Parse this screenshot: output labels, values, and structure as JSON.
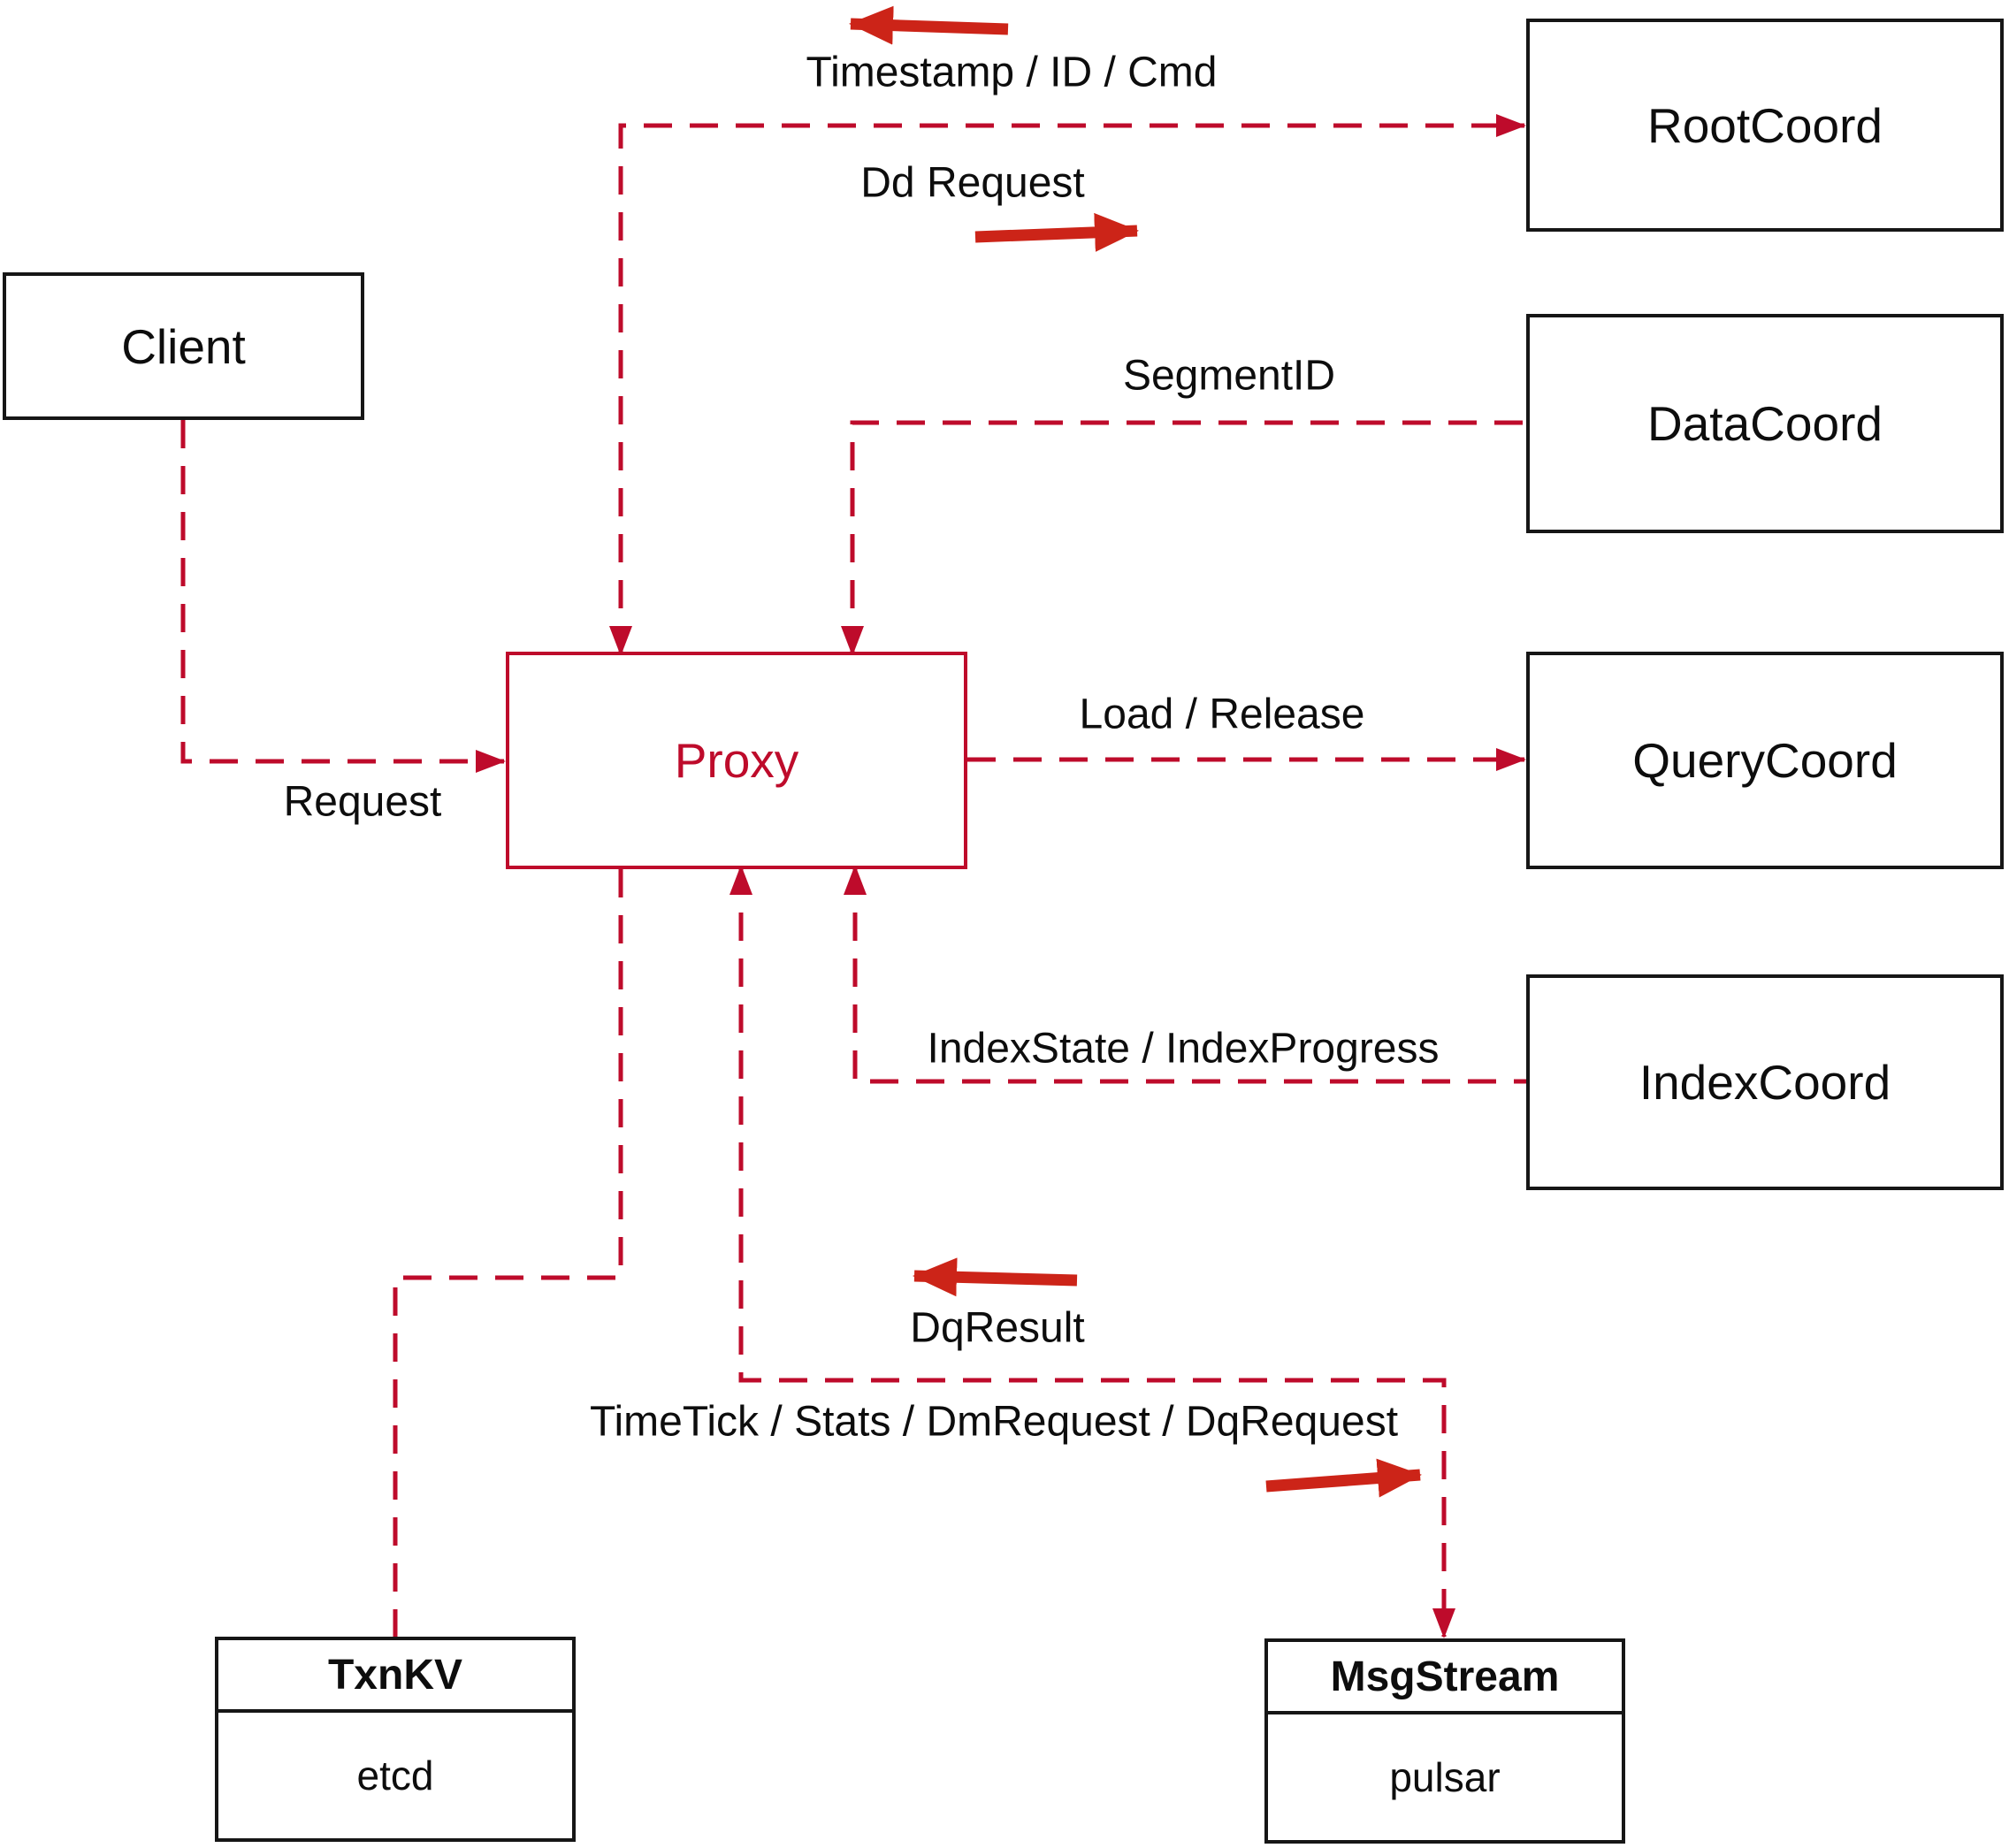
{
  "nodes": {
    "client": {
      "label": "Client"
    },
    "proxy": {
      "label": "Proxy"
    },
    "root_coord": {
      "label": "RootCoord"
    },
    "data_coord": {
      "label": "DataCoord"
    },
    "query_coord": {
      "label": "QueryCoord"
    },
    "index_coord": {
      "label": "IndexCoord"
    },
    "txn_kv": {
      "title": "TxnKV",
      "implementation": "etcd"
    },
    "msg_stream": {
      "title": "MsgStream",
      "implementation": "pulsar"
    }
  },
  "edge_labels": {
    "timestamp": "Timestamp / ID / Cmd",
    "dd_request": "Dd Request",
    "segment_id": "SegmentID",
    "load_release": "Load / Release",
    "index_state": "IndexState / IndexProgress",
    "request": "Request",
    "dq_result": "DqResult",
    "time_tick": "TimeTick / Stats / DmRequest / DqRequest"
  },
  "colors": {
    "connector": "#be0b2b",
    "solid_arrow": "#cc2418",
    "box_border": "#161616",
    "text": "#0d0d0d",
    "background": "#ffffff"
  }
}
